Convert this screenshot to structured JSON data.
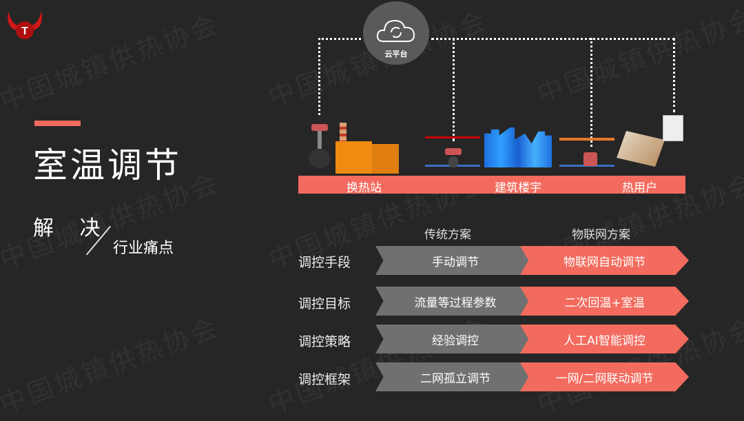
{
  "watermark": "中国城镇供热协会",
  "logo": {
    "letter": "T"
  },
  "title": "室温调节",
  "subtitle": {
    "part1": "解 决",
    "part2": "行业痛点"
  },
  "diagram": {
    "cloud_label": "云平台",
    "stages": [
      "换热站",
      "建筑楼宇",
      "热用户"
    ]
  },
  "comparison": {
    "headers": [
      "传统方案",
      "物联网方案"
    ],
    "rows": [
      {
        "label": "调控手段",
        "traditional": "手动调节",
        "iot": "物联网自动调节"
      },
      {
        "label": "调控目标",
        "traditional": "流量等过程参数",
        "iot": "二次回温+室温"
      },
      {
        "label": "调控策略",
        "traditional": "经验调控",
        "iot": "人工AI智能调控"
      },
      {
        "label": "调控框架",
        "traditional": "二网孤立调节",
        "iot": "一网/二网联动调节"
      }
    ]
  },
  "colors": {
    "accent": "#f26b5e",
    "bg": "#262626",
    "gray": "#707070"
  }
}
